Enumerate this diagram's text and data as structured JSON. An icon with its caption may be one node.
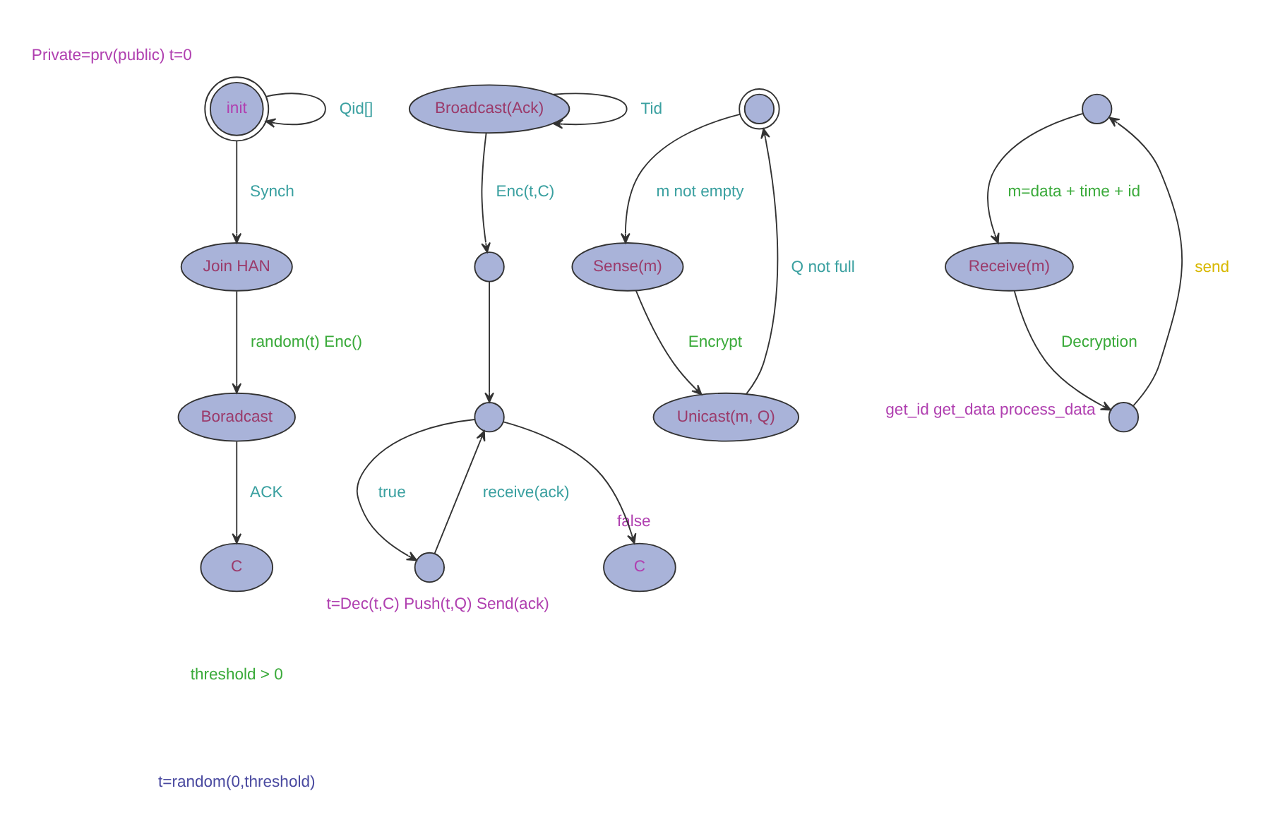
{
  "diagram": {
    "nodes": [
      {
        "text": [
          "init"
        ],
        "beside": [
          "Private=prv(public) t=0"
        ]
      },
      {
        "text": [
          "Join HAN"
        ]
      },
      {
        "text": [
          "Boradcast"
        ]
      },
      {
        "text": [
          "C"
        ]
      },
      {
        "text": [
          "Broadcast(Ack)"
        ]
      },
      {
        "text": [],
        "shape": "circle"
      },
      {
        "text": [],
        "shape": "circle"
      },
      {
        "text": [],
        "shape": "circle",
        "beside": [
          "t=Dec(t,C) Push(t,Q) Send(ack)"
        ]
      },
      {
        "text": [
          "C"
        ],
        "beside": [
          "false"
        ]
      },
      {
        "text": [],
        "shape": "circle"
      },
      {
        "text": [
          "Sense(m)"
        ]
      },
      {
        "text": [
          "Unicast(m, Q)"
        ]
      },
      {
        "text": [],
        "shape": "circle"
      },
      {
        "text": [
          "Receive(m)"
        ]
      },
      {
        "text": [],
        "shape": "circle",
        "beside": [
          "get_id get_data process_data"
        ]
      }
    ],
    "edges": [
      {
        "from": 0,
        "to": 0,
        "arrow": "to",
        "label": "Qid[]"
      },
      {
        "from": 0,
        "to": 1,
        "arrow": "to",
        "label": "Synch"
      },
      {
        "from": 1,
        "to": 2,
        "arrow": "to",
        "label": "random(t) Enc()"
      },
      {
        "from": 2,
        "to": 3,
        "arrow": "to",
        "label": "ACK"
      },
      {
        "from": 4,
        "to": 4,
        "arrow": "to",
        "label": "Tid"
      },
      {
        "from": 4,
        "to": 5,
        "arrow": "to",
        "label": "Enc(t,C)"
      },
      {
        "from": 5,
        "to": 6,
        "arrow": "to"
      },
      {
        "from": 6,
        "to": 7,
        "arrow": "to",
        "label": "true"
      },
      {
        "from": 7,
        "to": 6,
        "arrow": "to",
        "label": "receive(ack)"
      },
      {
        "from": 6,
        "to": 8,
        "arrow": "to"
      },
      {
        "from": 9,
        "to": 10,
        "arrow": "to",
        "label": "m not empty"
      },
      {
        "from": 10,
        "to": 11,
        "arrow": "to",
        "label": "Encrypt"
      },
      {
        "from": 11,
        "to": 9,
        "arrow": "to",
        "label": "Q not full"
      },
      {
        "from": 12,
        "to": 13,
        "arrow": "to",
        "label": "m=data + time + id"
      },
      {
        "from": 13,
        "to": 14,
        "arrow": "to",
        "label": "Decryption"
      },
      {
        "from": 14,
        "to": 12,
        "arrow": "to",
        "label": "send"
      }
    ],
    "labels": [
      "threshold > 0",
      "t=random(0,threshold)"
    ]
  }
}
